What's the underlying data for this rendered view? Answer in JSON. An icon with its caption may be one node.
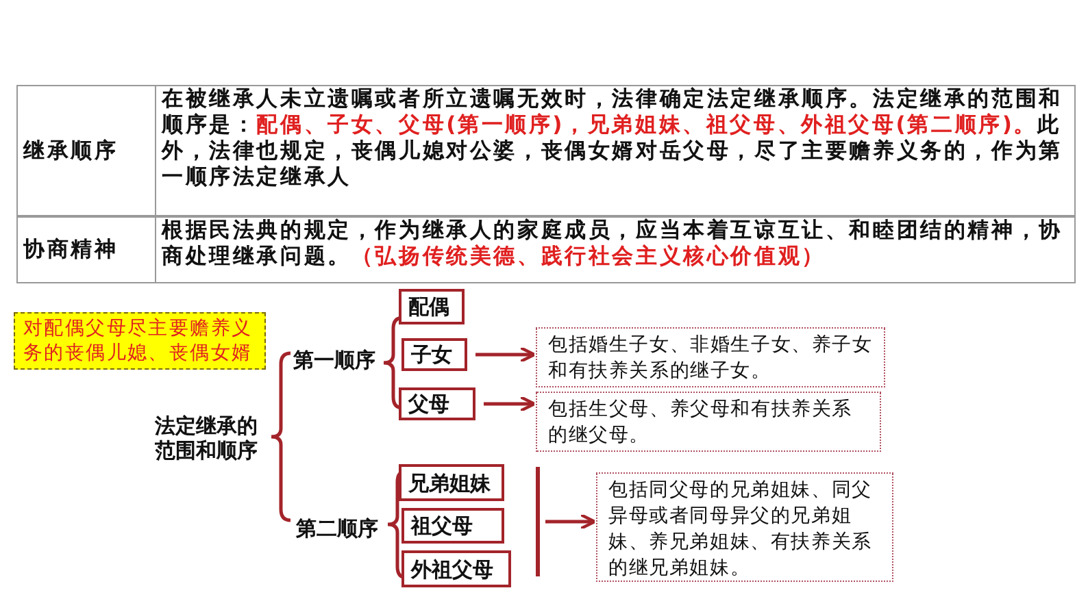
{
  "diagram": {
    "nodes": [
      {
        "text": [
          "对配偶父母尽主要赡养义务的丧偶儿媳、丧偶女婿"
        ]
      },
      {
        "text": [
          "配偶"
        ]
      },
      {
        "text": [
          "子女"
        ]
      },
      {
        "text": [
          "父母"
        ]
      },
      {
        "text": [
          "兄弟姐妹"
        ]
      },
      {
        "text": [
          "祖父母"
        ]
      },
      {
        "text": [
          "外祖父母"
        ]
      },
      {
        "text": [
          "包括婚生子女、非婚生子女、养子女和有扶养关系的继子女。"
        ]
      },
      {
        "text": [
          "包括生父母、养父母和有扶养关系的继父母。"
        ]
      },
      {
        "text": [
          "包括同父母的兄弟姐妹、同父异母或者同母异父的兄弟姐妹、养兄弟姐妹、有扶养关系的继兄弟姐妹。"
        ]
      },
      {
        "text": [],
        "shape": "bar"
      }
    ],
    "edges": [
      {
        "from": 2,
        "to": 7,
        "arrow": "to"
      },
      {
        "from": 3,
        "to": 8,
        "arrow": "to"
      },
      {
        "from": 10,
        "to": 9,
        "arrow": "to"
      }
    ],
    "labels": [
      "继承顺序",
      "在被继承人未立遗嘱或者所立遗嘱无效时，法律确定法定继承顺序。法定继承的范围和顺序是：",
      "配偶、子女、父母(第一顺序)，兄弟姐妹、祖父母、外祖父母(第二顺序)。",
      "此外，法律也规定，丧偶儿媳对公婆，丧偶女婿对岳父母，尽了主要赡养义务的，作为第一顺序法定继承人",
      "协商精神",
      "根据民法典的规定，作为继承人的家庭成员，应当本着互谅互让、和睦团结的精神，协商处理继承问题。",
      "（弘扬传统美德、践行社会主义核心价值观）",
      "法定继承的范围和顺序",
      "第一顺序",
      "第二顺序"
    ]
  }
}
